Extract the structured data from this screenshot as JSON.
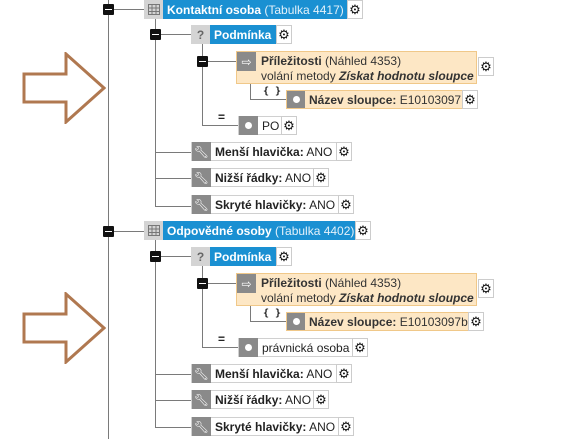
{
  "groups": [
    {
      "table_name": "Kontaktní osoba",
      "table_sub": " (Tabulka 4417)",
      "condition_label": "Podmínka",
      "opp_name": "Příležitosti",
      "opp_sub": " (Náhled 4353)",
      "method_prefix": "volání metody ",
      "method_name": "Získat hodnotu sloupce",
      "braces": "{ }",
      "column_label": "Název sloupce:",
      "column_value": " E10103097",
      "eq": "=",
      "compare_value": "PO",
      "settings": [
        {
          "label": "Menší hlavička:",
          "value": " ANO"
        },
        {
          "label": "Nižší řádky:",
          "value": " ANO"
        },
        {
          "label": "Skryté hlavičky:",
          "value": " ANO"
        }
      ]
    },
    {
      "table_name": "Odpovědné osoby",
      "table_sub": " (Tabulka 4402)",
      "condition_label": "Podmínka",
      "opp_name": "Příležitosti",
      "opp_sub": " (Náhled 4353)",
      "method_prefix": "volání metody ",
      "method_name": "Získat hodnotu sloupce",
      "braces": "{ }",
      "column_label": "Název sloupce:",
      "column_value": " E10103097b",
      "eq": "=",
      "compare_value": "právnická osoba",
      "settings": [
        {
          "label": "Menší hlavička:",
          "value": " ANO"
        },
        {
          "label": "Nižší řádky:",
          "value": " ANO"
        },
        {
          "label": "Skryté hlavičky:",
          "value": " ANO"
        }
      ]
    }
  ],
  "icons": {
    "table": "table-icon",
    "condition": "question-icon",
    "method": "method-call-icon",
    "value": "value-dot-icon",
    "setting": "wrench-icon",
    "gear": "gear-icon",
    "collapse": "collapse-minus-icon",
    "arrow": "outline-arrow-icon"
  },
  "colors": {
    "blue_header": "#1a90d2",
    "peach_node": "#fde7c5",
    "arrow_outline": "#b07850"
  }
}
